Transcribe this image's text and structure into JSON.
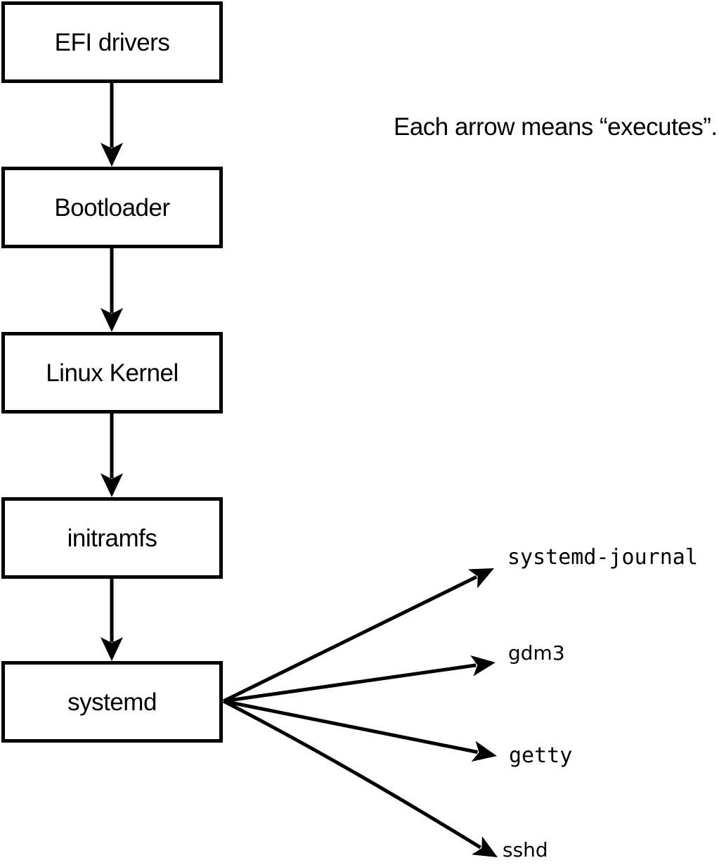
{
  "note": "Each arrow means “executes”.",
  "chain": [
    {
      "label": "EFI drivers"
    },
    {
      "label": "Bootloader"
    },
    {
      "label": "Linux Kernel"
    },
    {
      "label": "initramfs"
    },
    {
      "label": "systemd"
    }
  ],
  "services": [
    {
      "label": "systemd-journal"
    },
    {
      "label": "gdm3"
    },
    {
      "label": "getty"
    },
    {
      "label": "sshd"
    }
  ],
  "colors": {
    "ink": "#000000",
    "background": "#ffffff"
  }
}
